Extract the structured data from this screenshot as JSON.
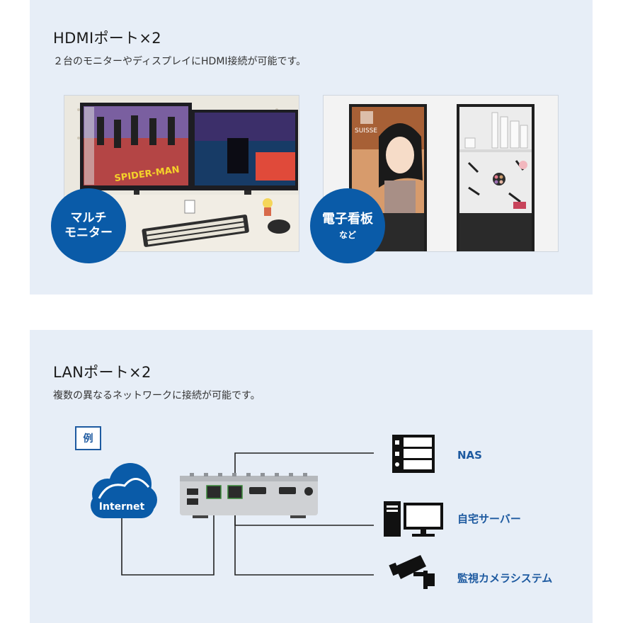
{
  "hdmi": {
    "title": "HDMIポート×2",
    "desc": "２台のモニターやディスプレイにHDMI接続が可能です。",
    "badge_multi_line1": "マルチ",
    "badge_multi_line2": "モニター",
    "badge_sign_main": "電子看板",
    "badge_sign_sub": "など",
    "screen_logo": "SPIDER-MAN",
    "sign_brand": "SUISSE"
  },
  "lan": {
    "title": "LANポート×2",
    "desc": "複数の異なるネットワークに接続が可能です。",
    "example_tag": "例",
    "cloud_label": "Internet",
    "targets": {
      "nas": "NAS",
      "home_server": "自宅サーバー",
      "camera": "監視カメラシステム"
    }
  },
  "colors": {
    "panel_bg": "#e7eef7",
    "accent_blue": "#0a5ba8",
    "label_blue": "#1e5aa0"
  },
  "icons": [
    "server-rack-icon",
    "desktop-pc-icon",
    "security-camera-icon",
    "cloud-icon",
    "mini-pc-device"
  ]
}
